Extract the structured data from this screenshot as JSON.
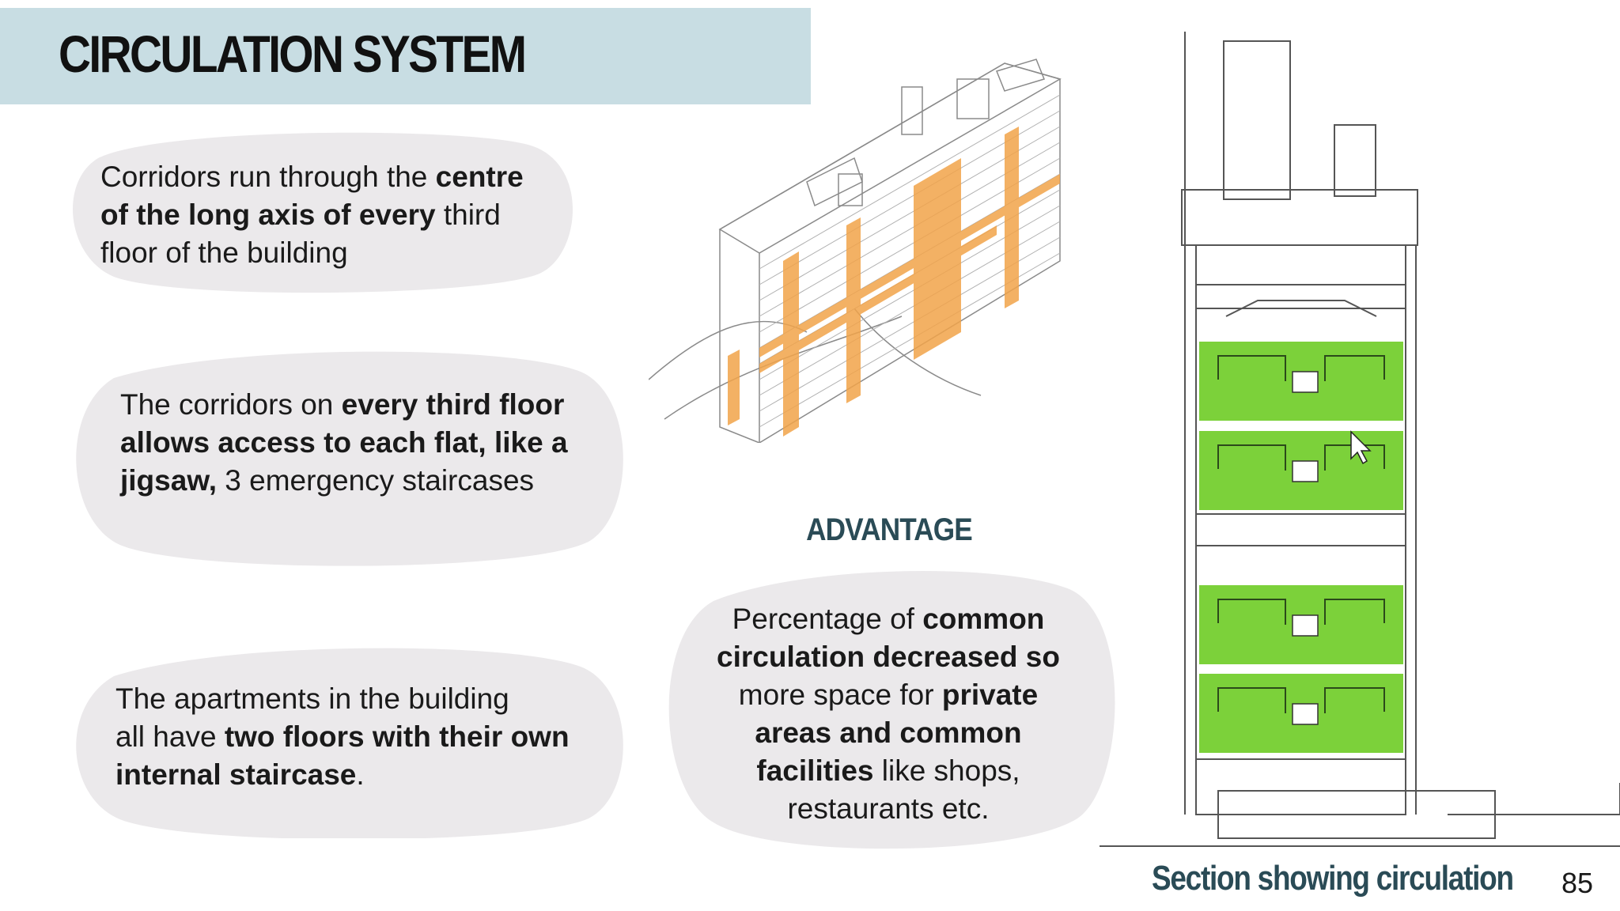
{
  "title": "CIRCULATION SYSTEM",
  "bubbles": [
    {
      "runs": [
        {
          "t": "Corridors run through the ",
          "b": false
        },
        {
          "t": "centre",
          "b": true
        },
        {
          "br": true
        },
        {
          "t": "of the long axis of every",
          "b": true
        },
        {
          "t": " third",
          "b": false
        },
        {
          "br": true
        },
        {
          "t": "floor of the building",
          "b": false
        }
      ]
    },
    {
      "runs": [
        {
          "t": "The corridors on ",
          "b": false
        },
        {
          "t": "every third floor",
          "b": true
        },
        {
          "br": true
        },
        {
          "t": "allows access to each flat, like a",
          "b": true
        },
        {
          "br": true
        },
        {
          "t": "jigsaw,",
          "b": true
        },
        {
          "t": " 3 emergency staircases",
          "b": false
        }
      ]
    },
    {
      "runs": [
        {
          "t": "The apartments in the building",
          "b": false
        },
        {
          "br": true
        },
        {
          "t": "all have ",
          "b": false
        },
        {
          "t": "two floors with their own",
          "b": true
        },
        {
          "br": true
        },
        {
          "t": "internal staircase",
          "b": true
        },
        {
          "t": ".",
          "b": false
        }
      ]
    },
    {
      "runs": [
        {
          "t": "Percentage of ",
          "b": false
        },
        {
          "t": "common",
          "b": true
        },
        {
          "br": true
        },
        {
          "t": "circulation decreased so",
          "b": true
        },
        {
          "br": true
        },
        {
          "t": "more space for ",
          "b": false
        },
        {
          "t": "private",
          "b": true
        },
        {
          "br": true
        },
        {
          "t": "areas and common",
          "b": true
        },
        {
          "br": true
        },
        {
          "t": "facilities",
          "b": true
        },
        {
          "t": " like shops,",
          "b": false
        },
        {
          "br": true
        },
        {
          "t": "restaurants etc.",
          "b": false
        }
      ]
    }
  ],
  "advantage_heading": "ADVANTAGE",
  "section_caption": "Section showing circulation",
  "page_number": "85",
  "colors": {
    "title_band": "#c8dde3",
    "bubble_fill": "#ebe9eb",
    "heading_teal": "#2a4b56",
    "corridor_orange": "#f2a44a",
    "circulation_green": "#7cd13a"
  }
}
